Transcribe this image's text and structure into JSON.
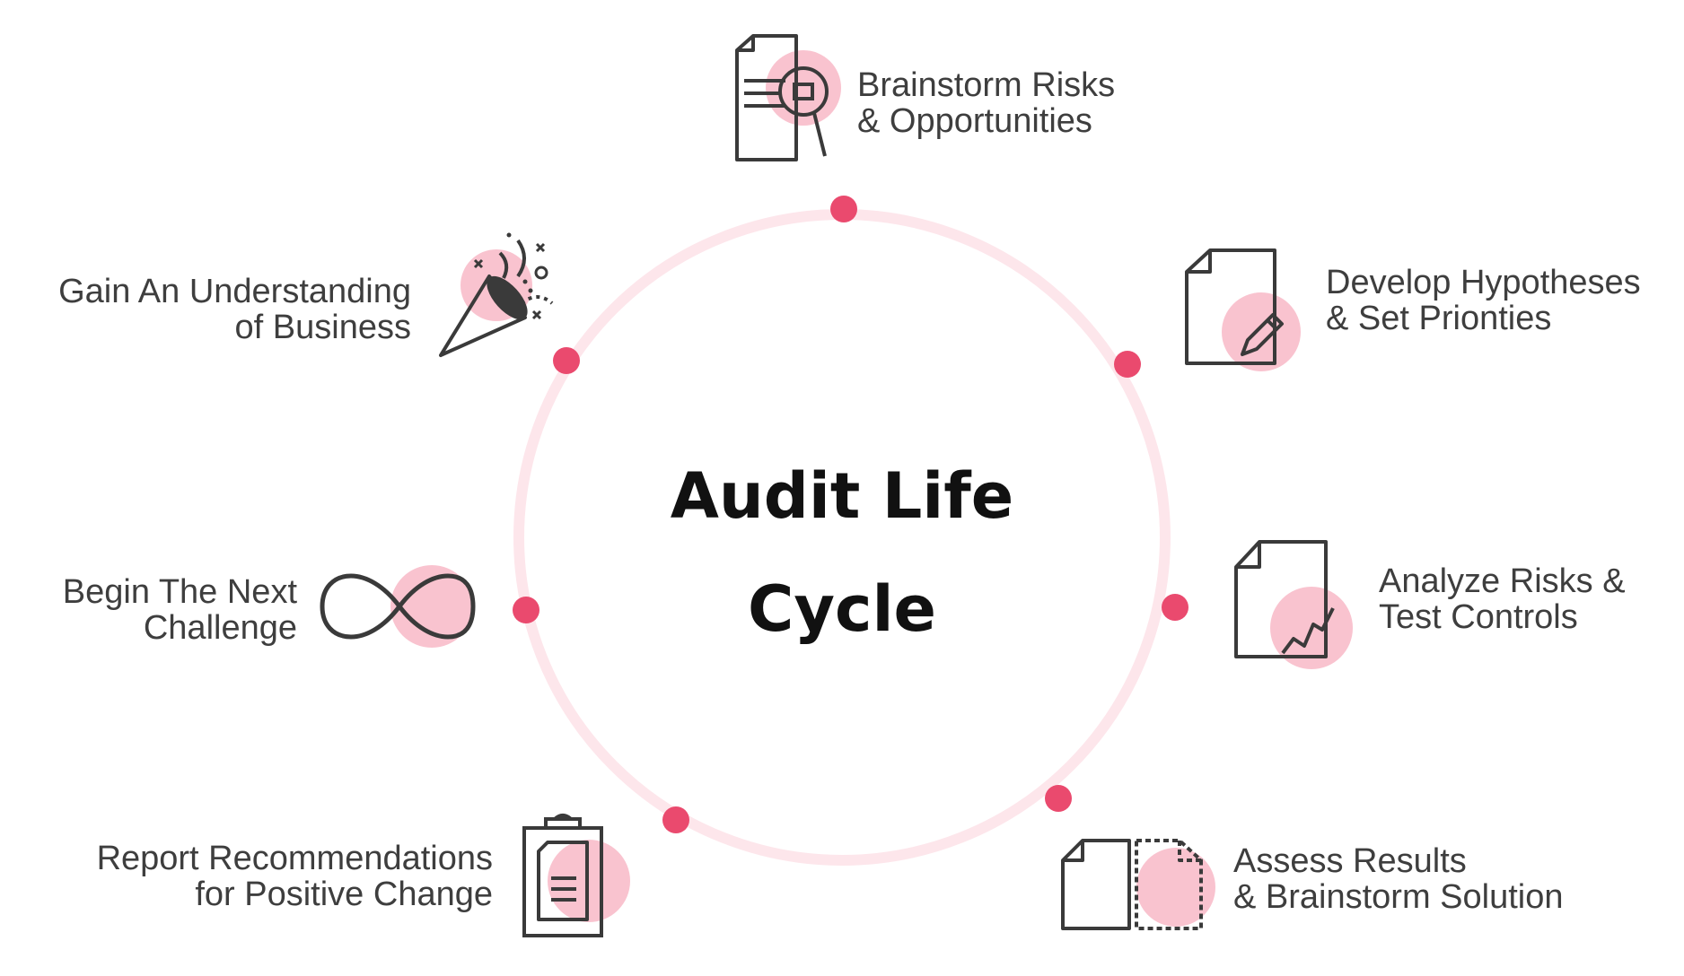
{
  "title_line1": "Audit Life",
  "title_line2": "Cycle",
  "colors": {
    "accent": "#ea4a6e",
    "ring": "#fde6eb",
    "icon_fill": "#f9c3cf",
    "icon_stroke": "#3a3a3a",
    "text": "#3e3e3e"
  },
  "steps": [
    {
      "icon": "document-magnifier-icon",
      "line1": "Brainstorm Risks",
      "line2": "& Opportunities"
    },
    {
      "icon": "document-pencil-icon",
      "line1": "Develop Hypotheses",
      "line2": "& Set Prionties"
    },
    {
      "icon": "document-chart-icon",
      "line1": "Analyze Risks &",
      "line2": "Test Controls"
    },
    {
      "icon": "documents-compare-icon",
      "line1": "Assess Results",
      "line2": "& Brainstorm Solution"
    },
    {
      "icon": "clipboard-icon",
      "line1": "Report Recommendations",
      "line2": "for Positive Change"
    },
    {
      "icon": "infinity-icon",
      "line1": "Begin The Next",
      "line2": "Challenge"
    },
    {
      "icon": "party-popper-icon",
      "line1": "Gain An Understanding",
      "line2": "of Business"
    }
  ]
}
